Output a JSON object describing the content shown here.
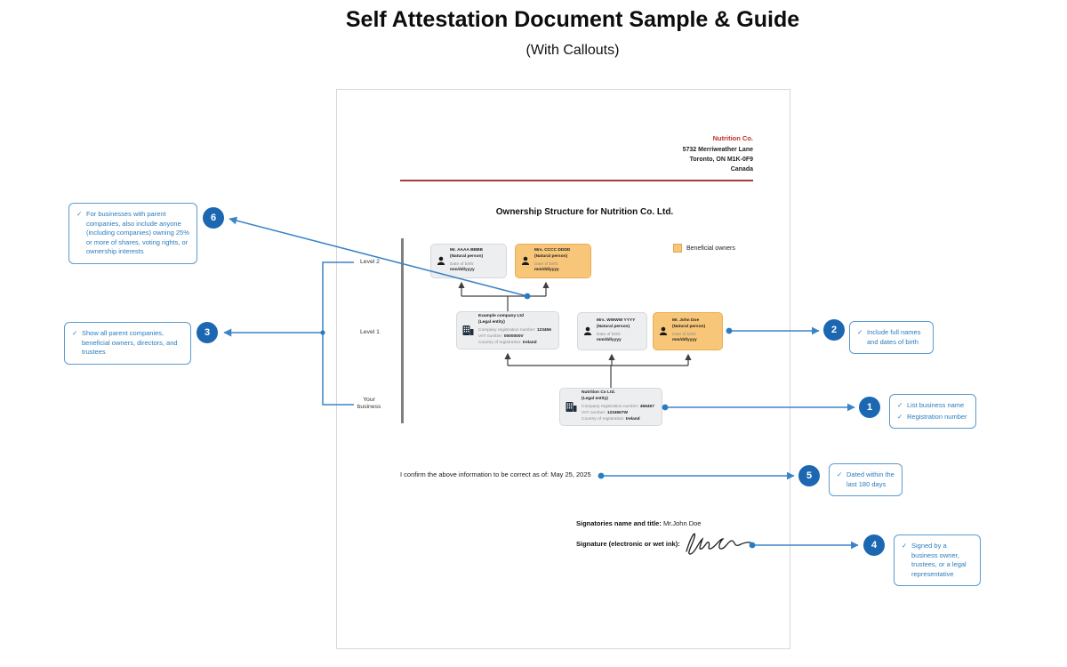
{
  "page": {
    "title": "Self Attestation Document Sample & Guide",
    "subtitle": "(With Callouts)"
  },
  "icons": {
    "check": "✓"
  },
  "colors": {
    "accent_blue": "#3b84c6",
    "circle_blue": "#1b67b2",
    "callout_text": "#2b7cbe",
    "highlight_orange": "#f8c678",
    "brand_red": "#c0312b",
    "connector_dark": "#3f3f3f"
  },
  "document": {
    "letterhead": {
      "company": "Nutrition Co.",
      "address_lines": [
        "5732 Merriweather Lane",
        "Toronto, ON M1K-0F9",
        "Canada"
      ]
    },
    "structure_heading": "Ownership Structure for Nutrition Co. Ltd.",
    "legend_label": "Beneficial owners",
    "level_labels": {
      "level2": "Level 2",
      "level1": "Level 1",
      "your_business": "Your business"
    },
    "cards": {
      "p_aaaa": {
        "name": "Mr. AAAA BBBB",
        "type": "(Natural person)",
        "dob_label": "Date of birth:",
        "dob_value": "mm/dd/yyyy"
      },
      "p_cccc": {
        "name": "Mrs. CCCC DDDD",
        "type": "(Natural person)",
        "dob_label": "Date of birth:",
        "dob_value": "mm/dd/yyyy"
      },
      "example_co": {
        "name": "Example company Ltd",
        "type": "(Legal entity)",
        "reg_label": "Company registration number:",
        "reg_value": "123456",
        "vat_label": "VAT number:",
        "vat_value": "0000000V",
        "country_label": "Country of registration:",
        "country_value": "Ireland"
      },
      "p_wwww": {
        "name": "Mrs. WWWW YYYY",
        "type": "(Natural person)",
        "dob_label": "Date of birth:",
        "dob_value": "mm/dd/yyyy"
      },
      "p_john": {
        "name": "Mr. John Doe",
        "type": "(Natural person)",
        "dob_label": "Date of birth:",
        "dob_value": "mm/dd/yyyy"
      },
      "nutrition_co": {
        "name": "Nutrition Co Ltd.",
        "type": "(Legal entity)",
        "reg_label": "Company registration number:",
        "reg_value": "456457",
        "vat_label": "VAT number:",
        "vat_value": "1234567W",
        "country_label": "Country of registration:",
        "country_value": "Ireland"
      }
    },
    "confirmation": "I confirm the above information to be correct as of: May 25, 2025",
    "signatories_label": "Signatories name and title:",
    "signatories_value": "Mr.John Doe",
    "signature_label": "Signature (electronic or wet ink):"
  },
  "callouts": {
    "c1": {
      "number": "1",
      "items": [
        "List business name",
        "Registration number"
      ]
    },
    "c2": {
      "number": "2",
      "items": [
        "Include full names and dates of birth"
      ]
    },
    "c3": {
      "number": "3",
      "items": [
        "Show all parent companies, beneficial owners, directors, and trustees"
      ]
    },
    "c4": {
      "number": "4",
      "items": [
        "Signed by a business owner, trustees, or a legal representative"
      ]
    },
    "c5": {
      "number": "5",
      "items": [
        "Dated within the last 180 days"
      ]
    },
    "c6": {
      "number": "6",
      "items": [
        "For businesses with parent companies, also include anyone (including companies) owning 25% or more of shares, voting rights, or ownership interests"
      ]
    }
  }
}
